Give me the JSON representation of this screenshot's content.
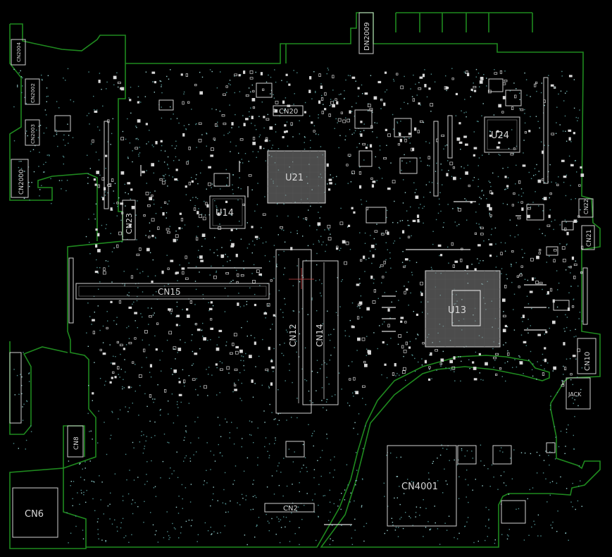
{
  "colors": {
    "background": "#000000",
    "outline": "#1f8a1f",
    "silkscreen": "#d8d8d8",
    "via": "#5fa8a8",
    "chip_fill": "#8a8a8a"
  },
  "labels": {
    "cn2004": "CN2004",
    "cn2002": "CN2002",
    "cn2003": "CN2003",
    "cn2000": "CN2000",
    "dn2009": "DN2009",
    "cn23": "CN23",
    "cn20": "CN20",
    "u21": "U21",
    "u14": "U14",
    "u24": "U24",
    "cn15": "CN15",
    "cn12": "CN12",
    "cn14": "CN14",
    "u13": "U13",
    "cn22": "CN22",
    "cn21": "CN21",
    "cn10": "CN10",
    "jack": "JACK",
    "cn8": "CN8",
    "cn6": "CN6",
    "cn2": "CN2",
    "cn4001": "CN4001"
  }
}
